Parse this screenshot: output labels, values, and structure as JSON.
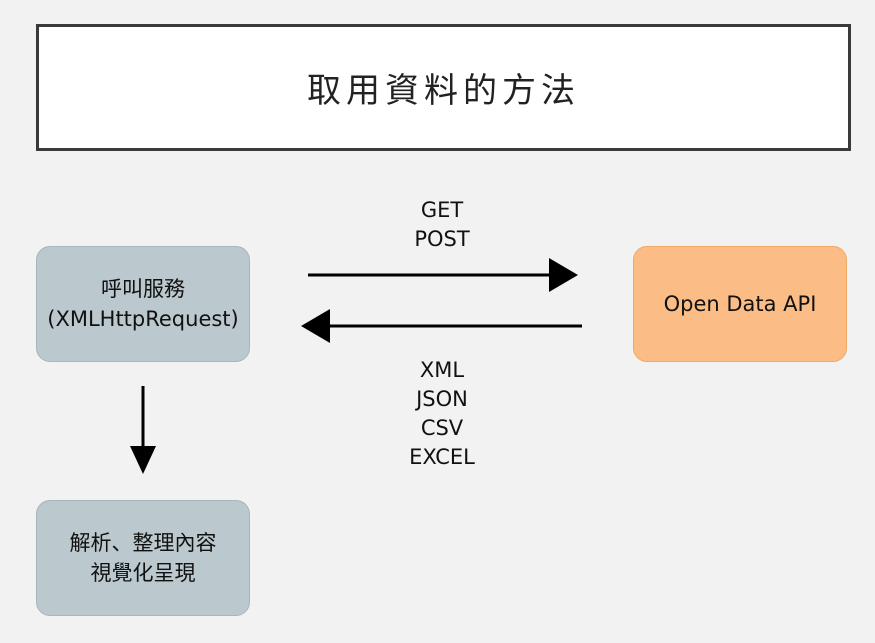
{
  "title": "取用資料的方法",
  "client_node": {
    "line1": "呼叫服務",
    "line2": "(XMLHttpRequest)"
  },
  "api_node": {
    "label": "Open Data API"
  },
  "process_node": {
    "line1": "解析、整理內容",
    "line2": "視覺化呈現"
  },
  "request_methods": [
    "GET",
    "POST"
  ],
  "response_formats": [
    "XML",
    "JSON",
    "CSV",
    "EXCEL"
  ],
  "colors": {
    "background": "#f2f2f2",
    "client_fill": "#bbc8cd",
    "api_fill": "#fbbd85",
    "arrow": "#000000"
  }
}
